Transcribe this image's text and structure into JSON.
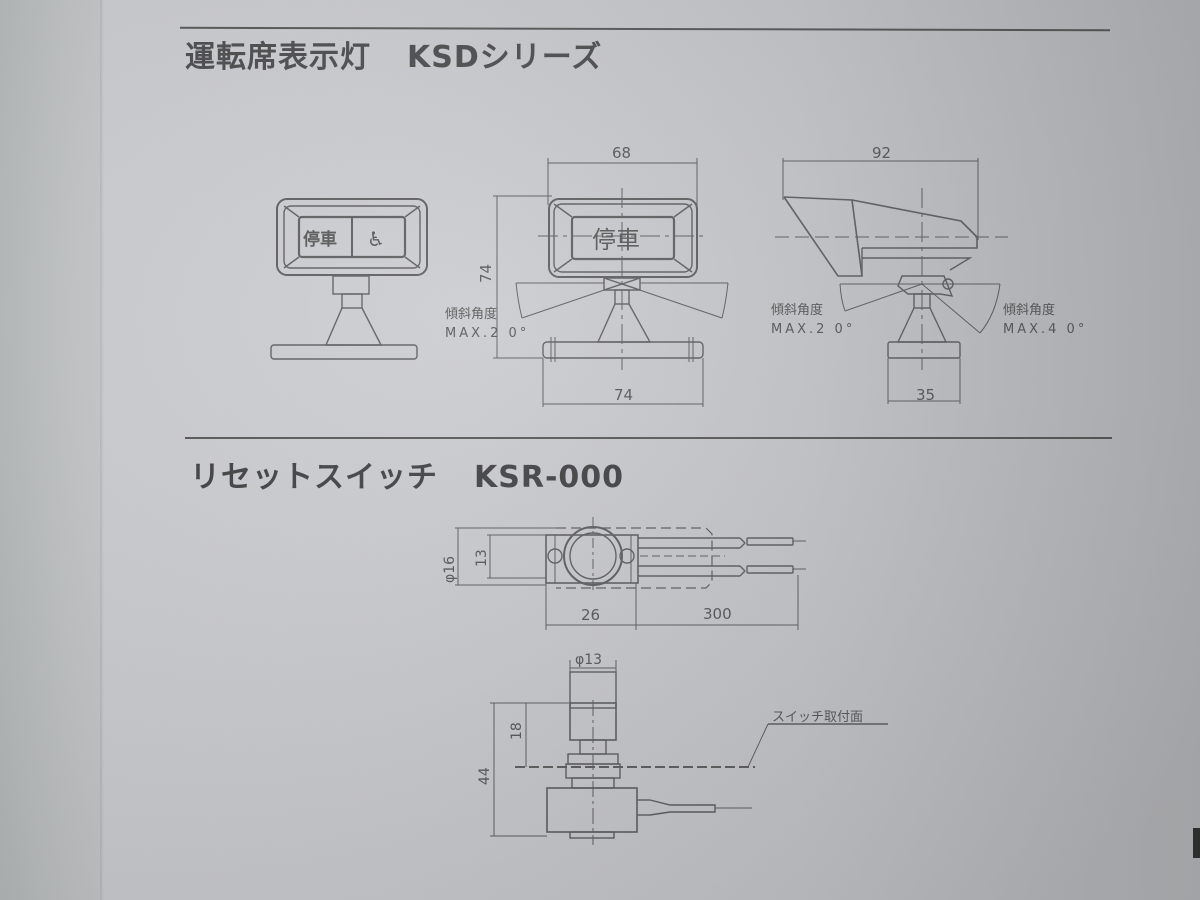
{
  "section1": {
    "title_jp": "運転席表示灯",
    "title_model": "KSDシリーズ",
    "front_panel_text": "停車",
    "accessibility_icon": "wheelchair-icon",
    "dims": {
      "width_top": "68",
      "height": "74",
      "base_width": "74",
      "side_depth": "92",
      "side_base": "35"
    },
    "tilt_label_1": "傾斜角度",
    "tilt_max_1": "MAX.2 0°",
    "tilt_label_2": "傾斜角度",
    "tilt_max_2": "MAX.2 0°",
    "tilt_label_3": "傾斜角度",
    "tilt_max_3": "MAX.4 0°"
  },
  "section2": {
    "title_jp": "リセットスイッチ",
    "title_model": "KSR-000",
    "dims": {
      "phi16": "φ16",
      "d13": "13",
      "d26": "26",
      "d300": "300",
      "phi13": "φ13",
      "d18": "18",
      "d44": "44"
    },
    "mount_surface_label": "スイッチ取付面"
  },
  "colors": {
    "line": "#5a5a5c",
    "title": "#4a4a4c",
    "paper": "#cbccd0"
  }
}
